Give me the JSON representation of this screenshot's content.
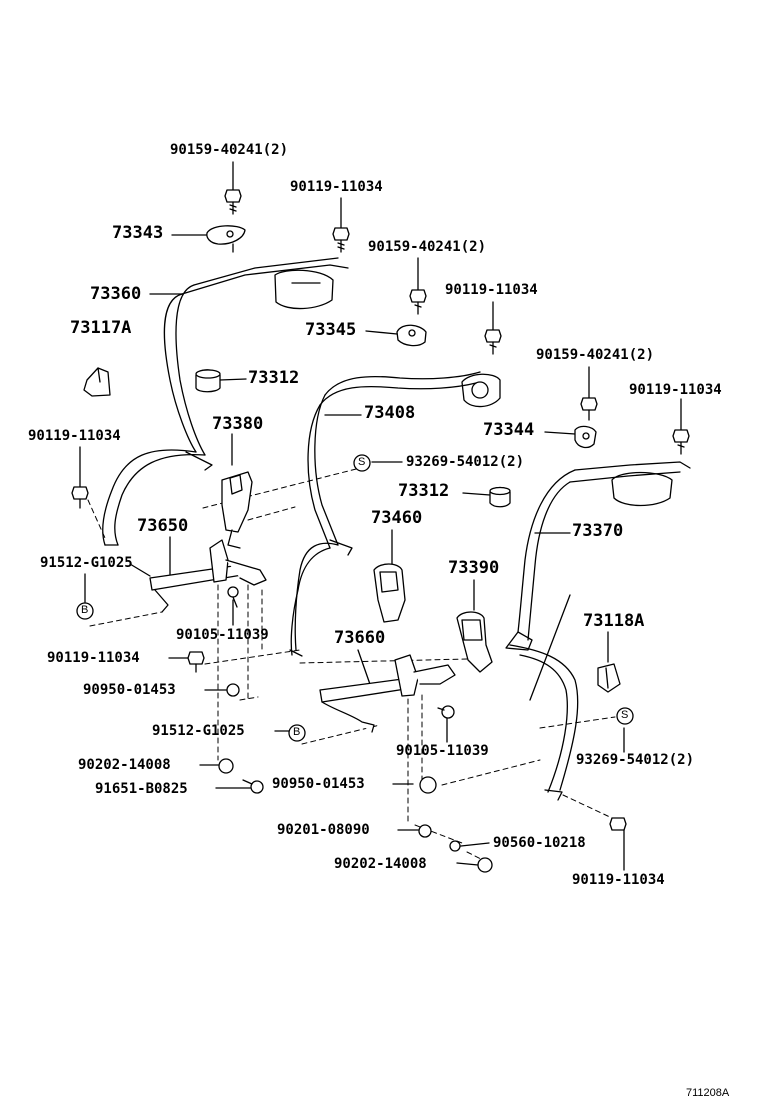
{
  "labels": {
    "p90159_40241_a": "90159-40241(2)",
    "p90119_11034_a": "90119-11034",
    "p73343": "73343",
    "p90159_40241_b": "90159-40241(2)",
    "p73360": "73360",
    "p90119_11034_b": "90119-11034",
    "p73345": "73345",
    "p73117a": "73117A",
    "p73312_a": "73312",
    "p90159_40241_c": "90159-40241(2)",
    "p90119_11034_c": "90119-11034",
    "p73408": "73408",
    "p73380": "73380",
    "p90119_11034_d": "90119-11034",
    "p73344": "73344",
    "p93269_54012_a": "93269-54012(2)",
    "p73312_b": "73312",
    "p73460": "73460",
    "p73650": "73650",
    "p73370": "73370",
    "p91512_g1025_a": "91512-G1025",
    "p73390": "73390",
    "p73118a": "73118A",
    "p90105_11039_a": "90105-11039",
    "p73660": "73660",
    "p90119_11034_e": "90119-11034",
    "p90950_01453_a": "90950-01453",
    "p91512_g1025_b": "91512-G1025",
    "p90105_11039_b": "90105-11039",
    "p93269_54012_b": "93269-54012(2)",
    "p90202_14008_a": "90202-14008",
    "p91651_b0825": "91651-B0825",
    "p90950_01453_b": "90950-01453",
    "p90201_08090": "90201-08090",
    "p90560_10218": "90560-10218",
    "p90202_14008_b": "90202-14008",
    "p90119_11034_f": "90119-11034"
  },
  "markers": {
    "s": "S",
    "b": "B"
  },
  "reference_code": "711208A"
}
